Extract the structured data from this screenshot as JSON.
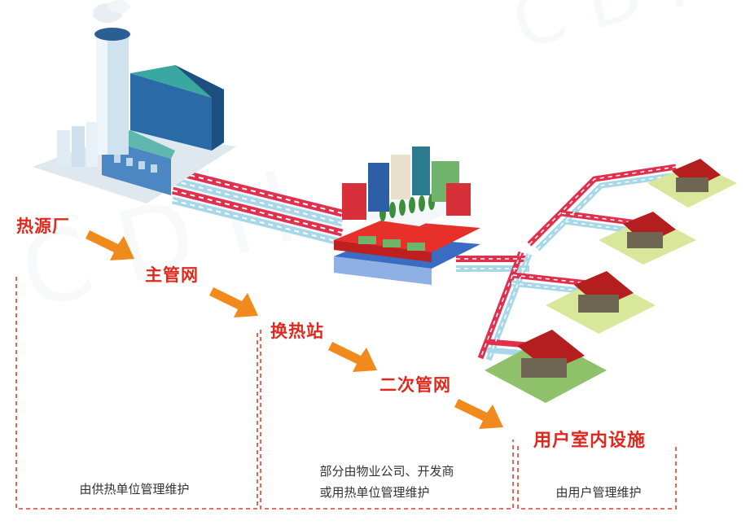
{
  "flow_labels": {
    "heat_source": "热源厂",
    "main_network": "主管网",
    "exchange_station": "换热站",
    "secondary_network": "二次管网",
    "indoor_facilities": "用户室内设施"
  },
  "notes": {
    "heating_unit": "由供热单位管理维护",
    "property_line1": "部分由物业公司、开发商",
    "property_line2": "或用热单位管理维护",
    "user": "由用户管理维护"
  },
  "watermark": "CDH",
  "colors": {
    "label_red": "#e2281c",
    "arrow_orange": "#f08a1c",
    "pipe_red": "#e0304e",
    "pipe_blue": "#a8d8e8",
    "dash_red": "#e0402c"
  }
}
